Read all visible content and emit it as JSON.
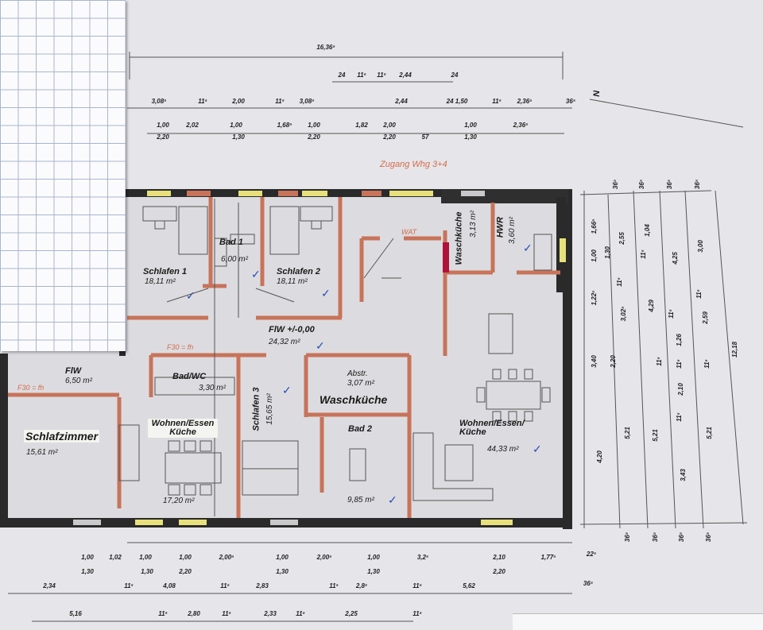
{
  "colors": {
    "paper": "#e6e6ea",
    "outer_wall": "#2a2a2a",
    "inner_wall": "#c8735a",
    "window": "#e8e07a",
    "handwriting": "#1a1a1a",
    "annotation_red": "#d46a4a",
    "check_mark": "#2b4fb5"
  },
  "annotations": {
    "entrance": "Zugang Whg 3+4",
    "wat": "WAT",
    "f30_a": "F30 = fh",
    "f30_b": "F30 = fh",
    "north": "N",
    "check": "✓"
  },
  "rooms": [
    {
      "name": "Schlafen 1",
      "area": "18,11 m²"
    },
    {
      "name": "Bad 1",
      "area": "6,00 m²"
    },
    {
      "name": "Schlafen 2",
      "area": "18,11 m²"
    },
    {
      "name": "FlW +/-0,00",
      "area": "24,32 m²"
    },
    {
      "name": "Waschküche",
      "area": "3,13 m²"
    },
    {
      "name": "HWR",
      "area": "3,60 m²"
    },
    {
      "name": "FlW",
      "area": "6,50 m²"
    },
    {
      "name": "Bad/WC",
      "area": "3,30 m²"
    },
    {
      "name": "Schlafen 3",
      "area": "15,65 m²"
    },
    {
      "name": "Abstr.",
      "area": "3,07 m²"
    },
    {
      "name": "Waschküche",
      "area": ""
    },
    {
      "name": "Schlafzimmer",
      "area": "15,61 m²"
    },
    {
      "name": "Wohnen/Essen Küche",
      "area": "17,20 m²"
    },
    {
      "name": "Bad 2",
      "area": "9,85 m²"
    },
    {
      "name": "Wohnen/Essen/ Küche",
      "area": "44,33 m²"
    }
  ],
  "dimensions": {
    "overall_width": "16,36⁵",
    "overall_depth": "12,18",
    "top_row_0": [
      "24",
      "11⁵",
      "11⁵",
      "2,44",
      "24"
    ],
    "top_row_1": [
      "3,08⁵",
      "11⁵",
      "2,00",
      "11⁵",
      "3,08⁵",
      "2,44",
      "24 1,50",
      "11⁵",
      "2,36⁵",
      "36⁵"
    ],
    "top_row_2": [
      "1,00",
      "2,02",
      "1,00",
      "1,68⁵",
      "1,00",
      "1,82",
      "2,00",
      "1,00",
      "2,36⁵"
    ],
    "top_row_3": [
      "2,20",
      "1,30",
      "2,20",
      "2,20",
      "57",
      "1,30"
    ],
    "bottom_row_1": [
      "1,00",
      "1,02",
      "1,00",
      "1,00",
      "2,00⁵",
      "1,00",
      "2,00⁵",
      "1,00",
      "3,2⁵",
      "2,10",
      "1,77⁵",
      "22⁵"
    ],
    "bottom_row_2": [
      "1,30",
      "1,30",
      "2,20",
      "1,30",
      "1,30",
      "2,20"
    ],
    "bottom_row_3": [
      "2,34",
      "11⁵",
      "4,08",
      "11⁵",
      "2,83",
      "11⁵",
      "2,8⁵",
      "11⁵",
      "5,62",
      "36⁵"
    ],
    "bottom_row_4": [
      "5,16",
      "11⁵",
      "2,80",
      "11⁵",
      "2,33",
      "11⁵",
      "2,25",
      "11⁵"
    ],
    "right_col_a": [
      "1,66⁵",
      "1,00",
      "1,22⁵",
      "3,40",
      "4,20"
    ],
    "right_col_b": [
      "2,55",
      "1,30",
      "11⁵",
      "3,02⁵",
      "2,20",
      "5,21"
    ],
    "right_col_c": [
      "1,04",
      "11⁵",
      "4,29",
      "11⁵",
      "5,21"
    ],
    "right_col_d": [
      "4,25",
      "11⁵",
      "1,26",
      "11⁵",
      "2,10",
      "11⁵",
      "3,43"
    ],
    "right_col_e": [
      "3,00",
      "11⁵",
      "2,59",
      "11⁵",
      "5,21"
    ],
    "right_top": [
      "36⁵",
      "36⁵",
      "36⁵",
      "36⁵"
    ],
    "right_bottom": [
      "36⁵",
      "36⁵",
      "36⁵",
      "36⁵"
    ]
  }
}
